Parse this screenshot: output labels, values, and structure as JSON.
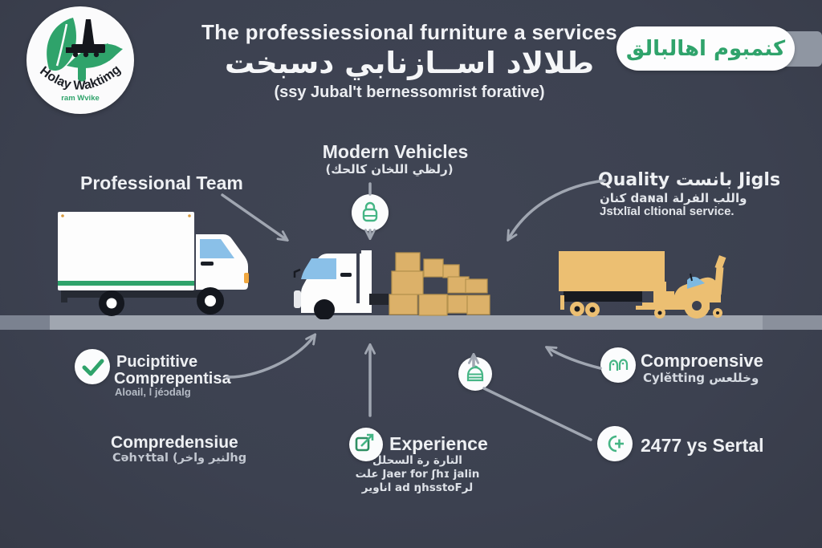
{
  "colors": {
    "background": "#3c4150",
    "accent_green": "#2fa36b",
    "icon_green": "#45b585",
    "road_gray": "#a0a6b0",
    "box_tan": "#dcb169",
    "trailer_tan": "#ecbf72",
    "text_white": "#eef0f3",
    "text_muted": "#b6bcc6",
    "line_gray": "#a0a6b1",
    "window_blue": "#8ac0e8"
  },
  "logo": {
    "line1": "Holay Waktimg",
    "line2": "ram Wvike"
  },
  "header": {
    "title_en": "The professiessional furniture a services",
    "title_ar": "طلالاد اســازنابي دسبخت",
    "subtitle": "(ssy Jubal't bernessomrist forative)",
    "badge_ar": "كنمبوم اهالبالق"
  },
  "callouts": {
    "team": "Professional Team",
    "vehicles_title": "Modern Vehicles",
    "vehicles_sub_ar": "(رلظي اللخان كالحك)",
    "quality_line1": "Quality بانست Jigls",
    "quality_line2": "كنان daɴal واللب الفرلة",
    "quality_line3": "Jstxlīal cltional service."
  },
  "features": {
    "checked": {
      "line1": "Puciptitive",
      "line2": "Comprepentisa",
      "line3": "Aloail, l jéɔdalg"
    },
    "comprehensive_left": {
      "line1": "Compredensiue",
      "line2": "Cәhʏttal (لنير واخرhg"
    },
    "experience": {
      "title": "Experience",
      "line1": "التارة رة السحلل",
      "line2": "علت Jaer for ʃhɪ jalin",
      "line3": "اناوير ad ŋhsstoFلر"
    },
    "comprehensive_right": {
      "line1": "Comproensive",
      "line2": "Cylĕtting وخللعس"
    },
    "stat": "2477 ys Sertal"
  }
}
